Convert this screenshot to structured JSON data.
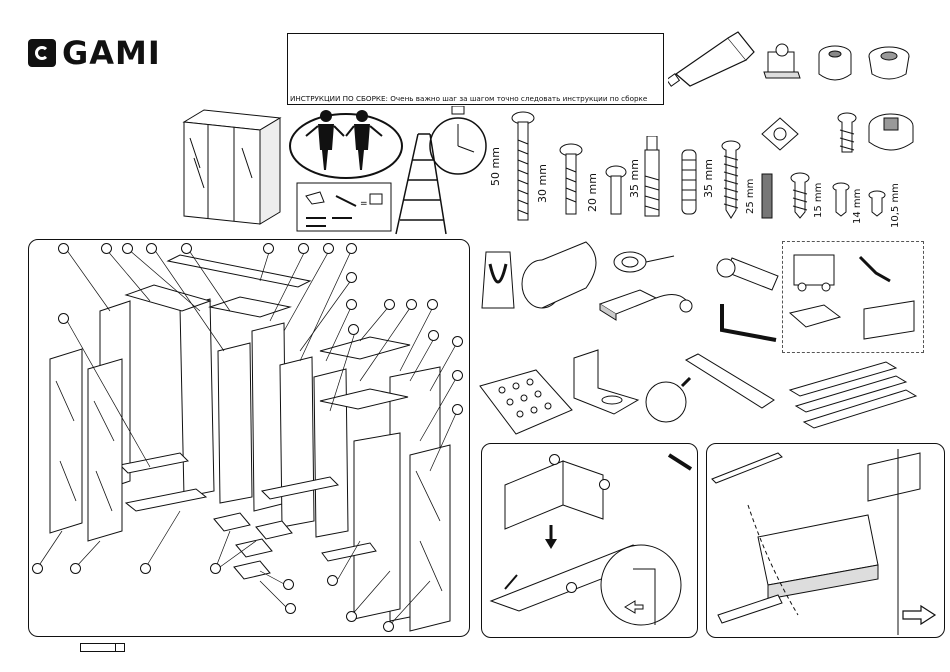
{
  "brand": {
    "name": "GAMI"
  },
  "notice": {
    "text": "ИНСТРУКЦИИ ПО СБОРКЕ: Очень важно шаг за шагом точно следовать инструкции по сборке"
  },
  "hardware_sizes": {
    "s1": "50 mm",
    "s2": "30 mm",
    "s3": "20 mm",
    "s4": "35 mm",
    "s5": "35 mm",
    "s6": "25 mm",
    "s7": "15 mm",
    "s8": "14 mm",
    "s9": "10,5 mm"
  },
  "next_arrow": "next-page-arrow-icon"
}
